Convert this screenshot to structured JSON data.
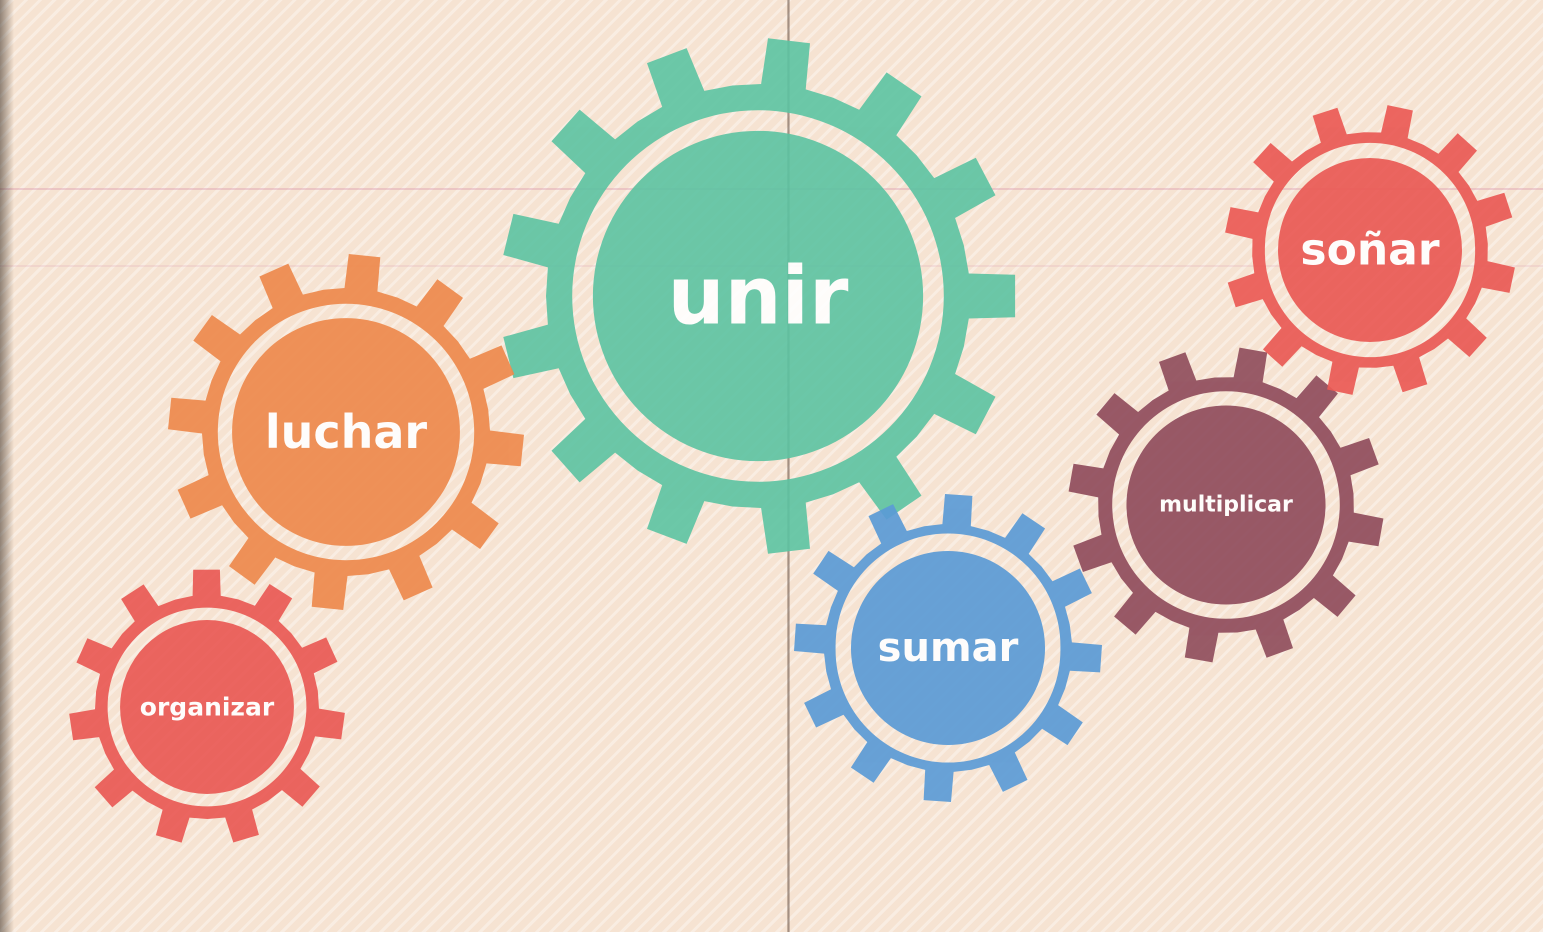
{
  "colors": {
    "background": "#f6e3d2",
    "green": "#5cc3a2",
    "orange": "#ee8a4d",
    "red": "#ea5a55",
    "blue": "#5b9bd6",
    "maroon": "#8e4a5a"
  },
  "gears": [
    {
      "id": "unir",
      "label": "unir",
      "color": "green"
    },
    {
      "id": "luchar",
      "label": "luchar",
      "color": "orange"
    },
    {
      "id": "organizar",
      "label": "organizar",
      "color": "red"
    },
    {
      "id": "sumar",
      "label": "sumar",
      "color": "blue"
    },
    {
      "id": "multiplicar",
      "label": "multiplicar",
      "color": "maroon"
    },
    {
      "id": "sonar",
      "label": "soñar",
      "color": "red"
    }
  ]
}
